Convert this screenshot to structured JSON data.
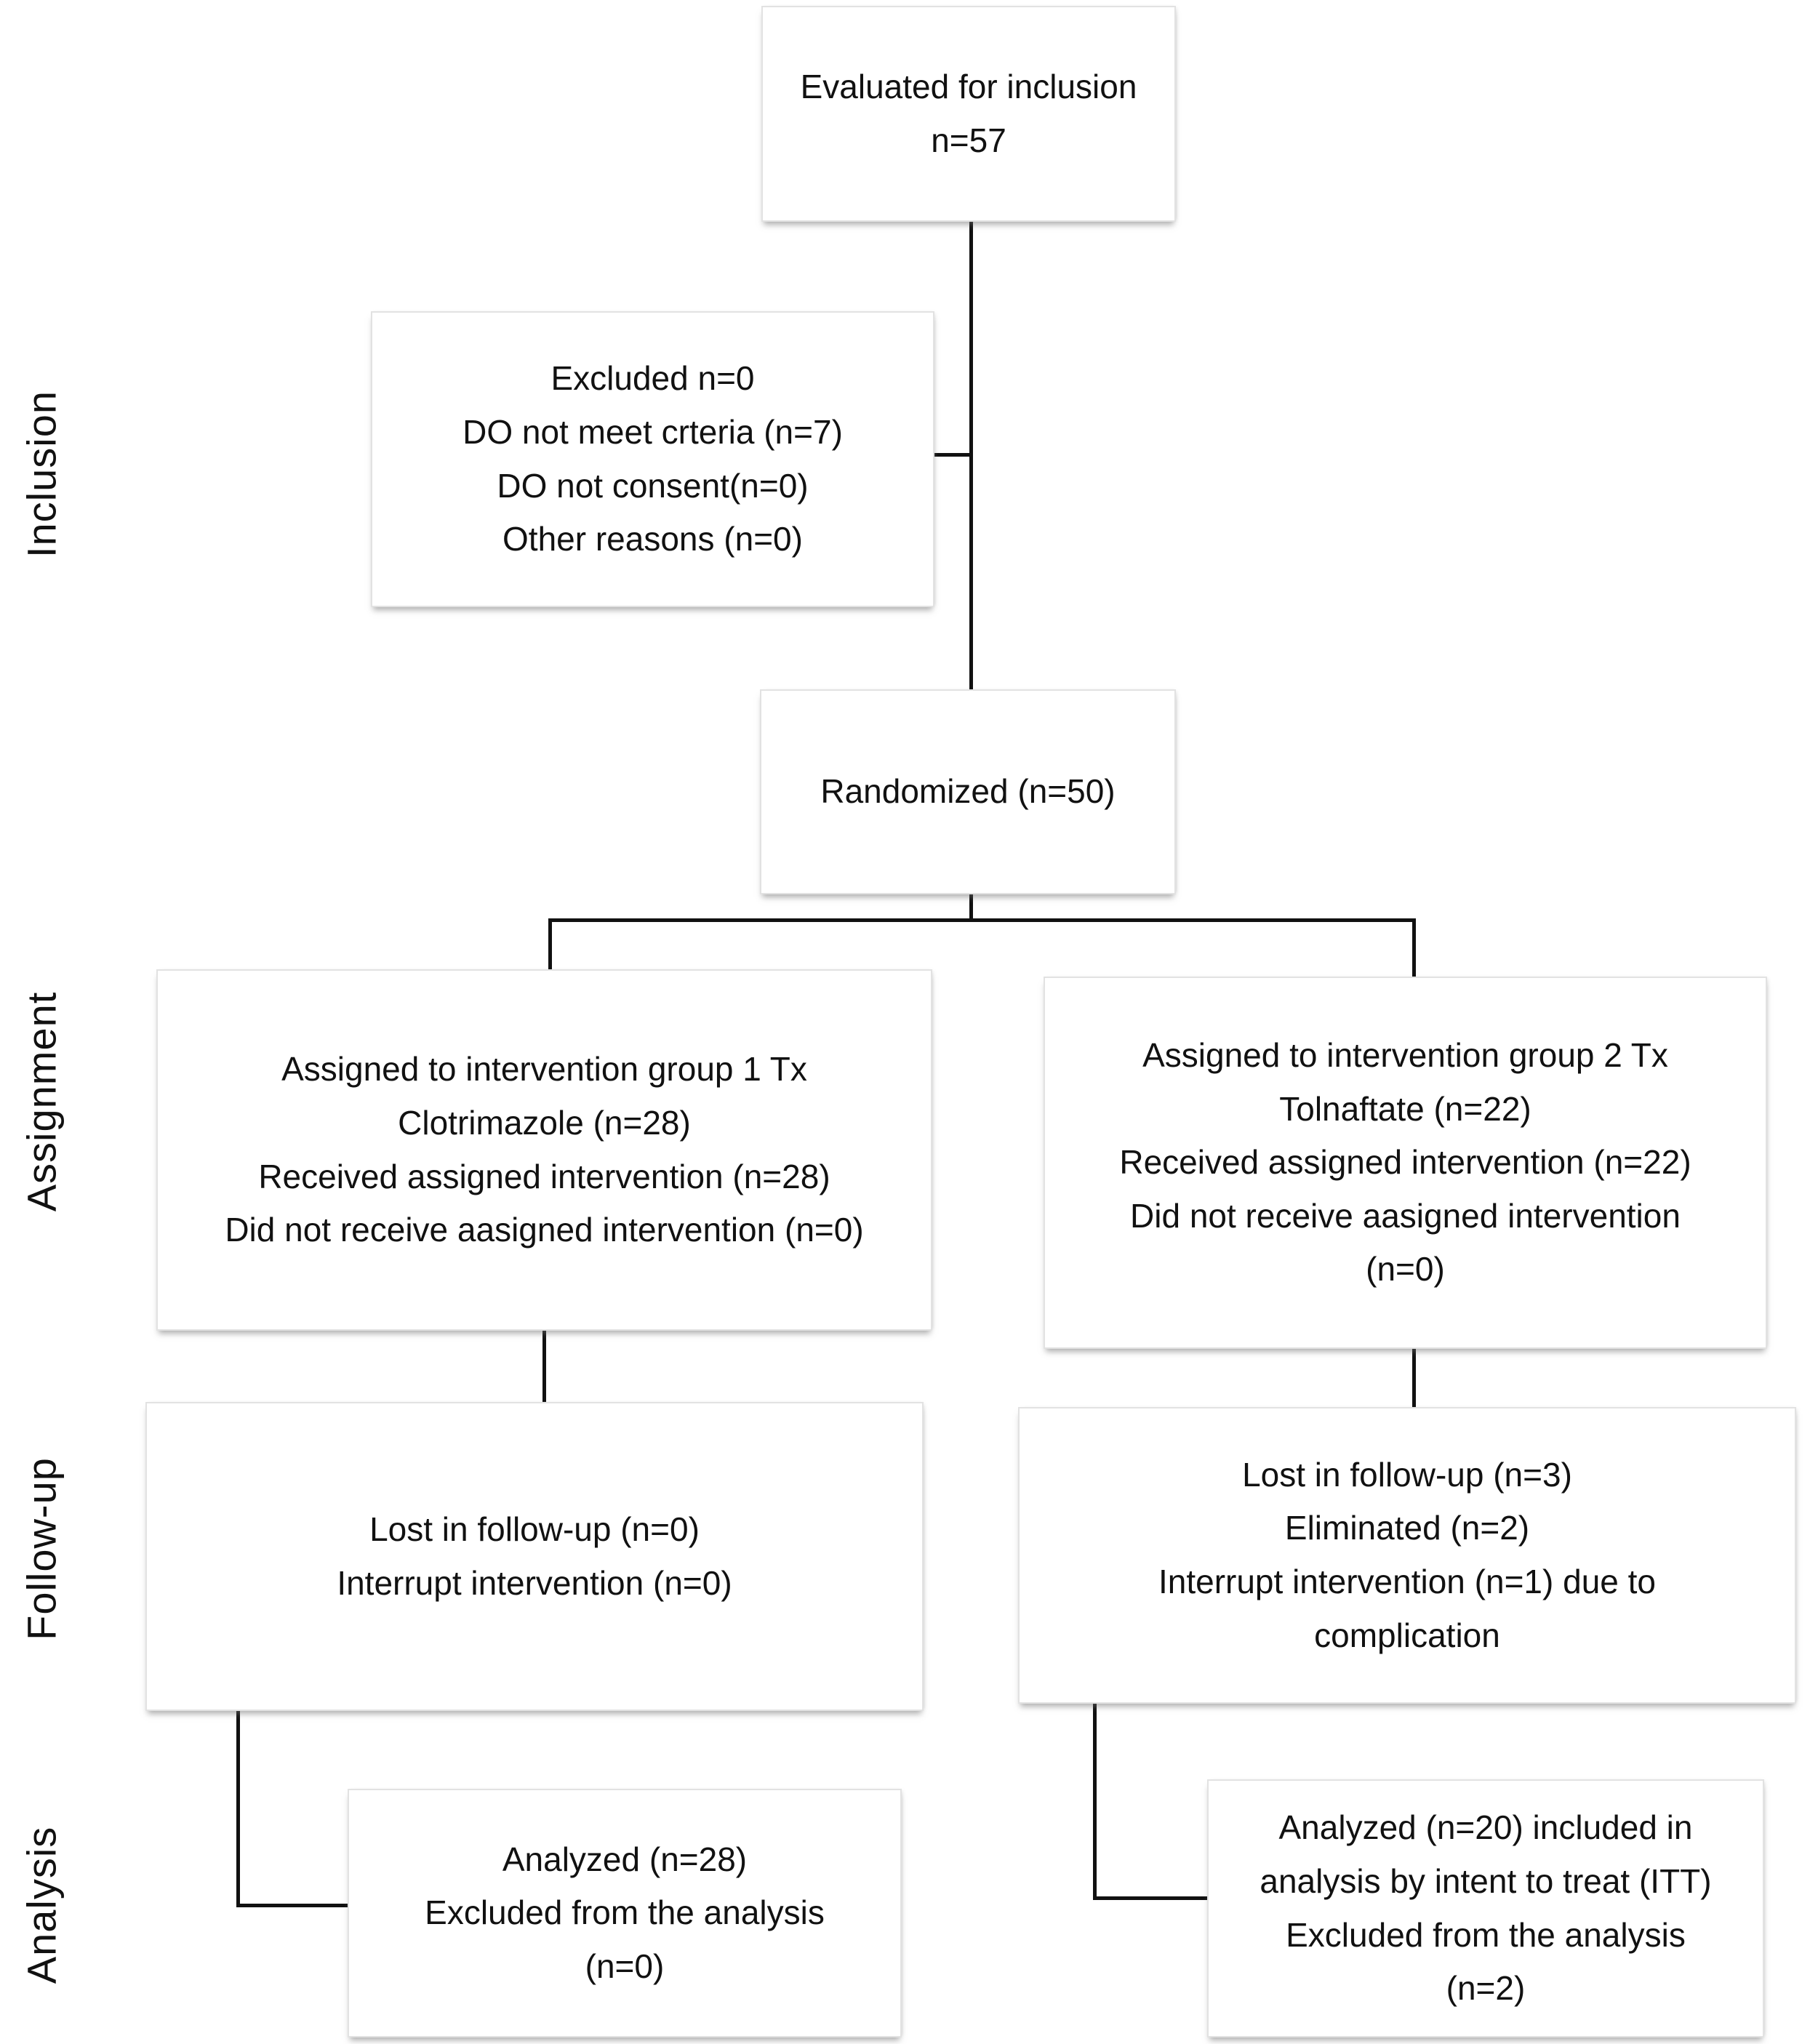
{
  "stages": [
    {
      "label": "Inclusion"
    },
    {
      "label": "Assignment"
    },
    {
      "label": "Follow-up"
    },
    {
      "label": "Analysis"
    }
  ],
  "boxes": {
    "evaluated": {
      "lines": [
        "Evaluated for inclusion",
        "n=57"
      ]
    },
    "excluded": {
      "lines": [
        "Excluded n=0",
        "DO not meet crteria (n=7)",
        "DO not consent(n=0)",
        "Other reasons (n=0)"
      ]
    },
    "randomized": {
      "lines": [
        "Randomized (n=50)"
      ]
    },
    "assign_group1": {
      "lines": [
        "Assigned to intervention group 1 Tx",
        "Clotrimazole (n=28)",
        "Received assigned intervention (n=28)",
        "Did not receive aasigned intervention (n=0)"
      ]
    },
    "assign_group2": {
      "lines": [
        "Assigned to intervention group 2 Tx",
        "Tolnaftate (n=22)",
        "Received assigned intervention (n=22)",
        "Did not receive aasigned intervention",
        "(n=0)"
      ]
    },
    "followup_group1": {
      "lines": [
        "Lost in follow-up (n=0)",
        "Interrupt intervention (n=0)"
      ]
    },
    "followup_group2": {
      "lines": [
        "Lost in follow-up (n=3)",
        "Eliminated (n=2)",
        "Interrupt intervention (n=1) due to",
        "complication"
      ]
    },
    "analysis_group1": {
      "lines": [
        "Analyzed (n=28)",
        "Excluded from the analysis",
        "(n=0)"
      ]
    },
    "analysis_group2": {
      "lines": [
        "Analyzed (n=20) included in",
        "analysis by intent to treat (ITT)",
        "Excluded from the analysis",
        "(n=2)"
      ]
    }
  },
  "colors": {
    "background": "#ffffff",
    "box_fill": "#ffffff",
    "box_border": "#e2e2e2",
    "connector": "#111111",
    "text": "#111111"
  }
}
